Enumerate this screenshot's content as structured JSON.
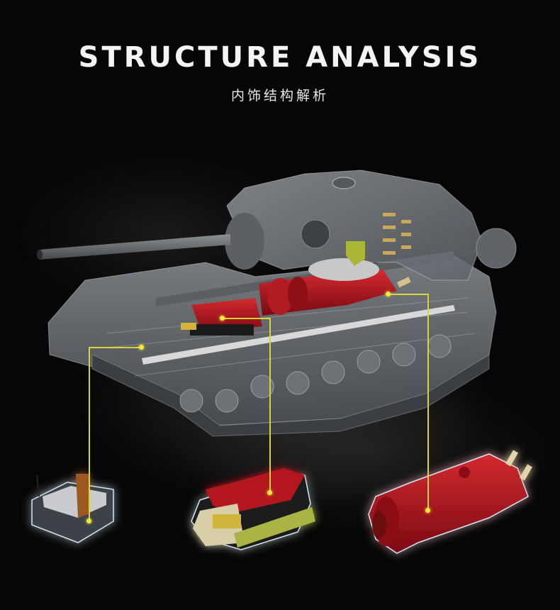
{
  "header": {
    "title": "STRUCTURE ANALYSIS",
    "subtitle": "内饰结构解析"
  },
  "colors": {
    "background": "#050505",
    "title_text": "#f4f4f4",
    "leader_line": "#d9d43a",
    "engine_red": "#a4121c",
    "hull_grey": "#6e7378",
    "glow": "#cfe6f2"
  },
  "image": {
    "subject": "transparent brick-built tank destroyer cutaway model",
    "callouts": [
      {
        "id": "driver-seat",
        "description": "driver compartment seat module"
      },
      {
        "id": "engine",
        "description": "red engine block module"
      },
      {
        "id": "transmission",
        "description": "red drive/transmission module"
      }
    ]
  }
}
